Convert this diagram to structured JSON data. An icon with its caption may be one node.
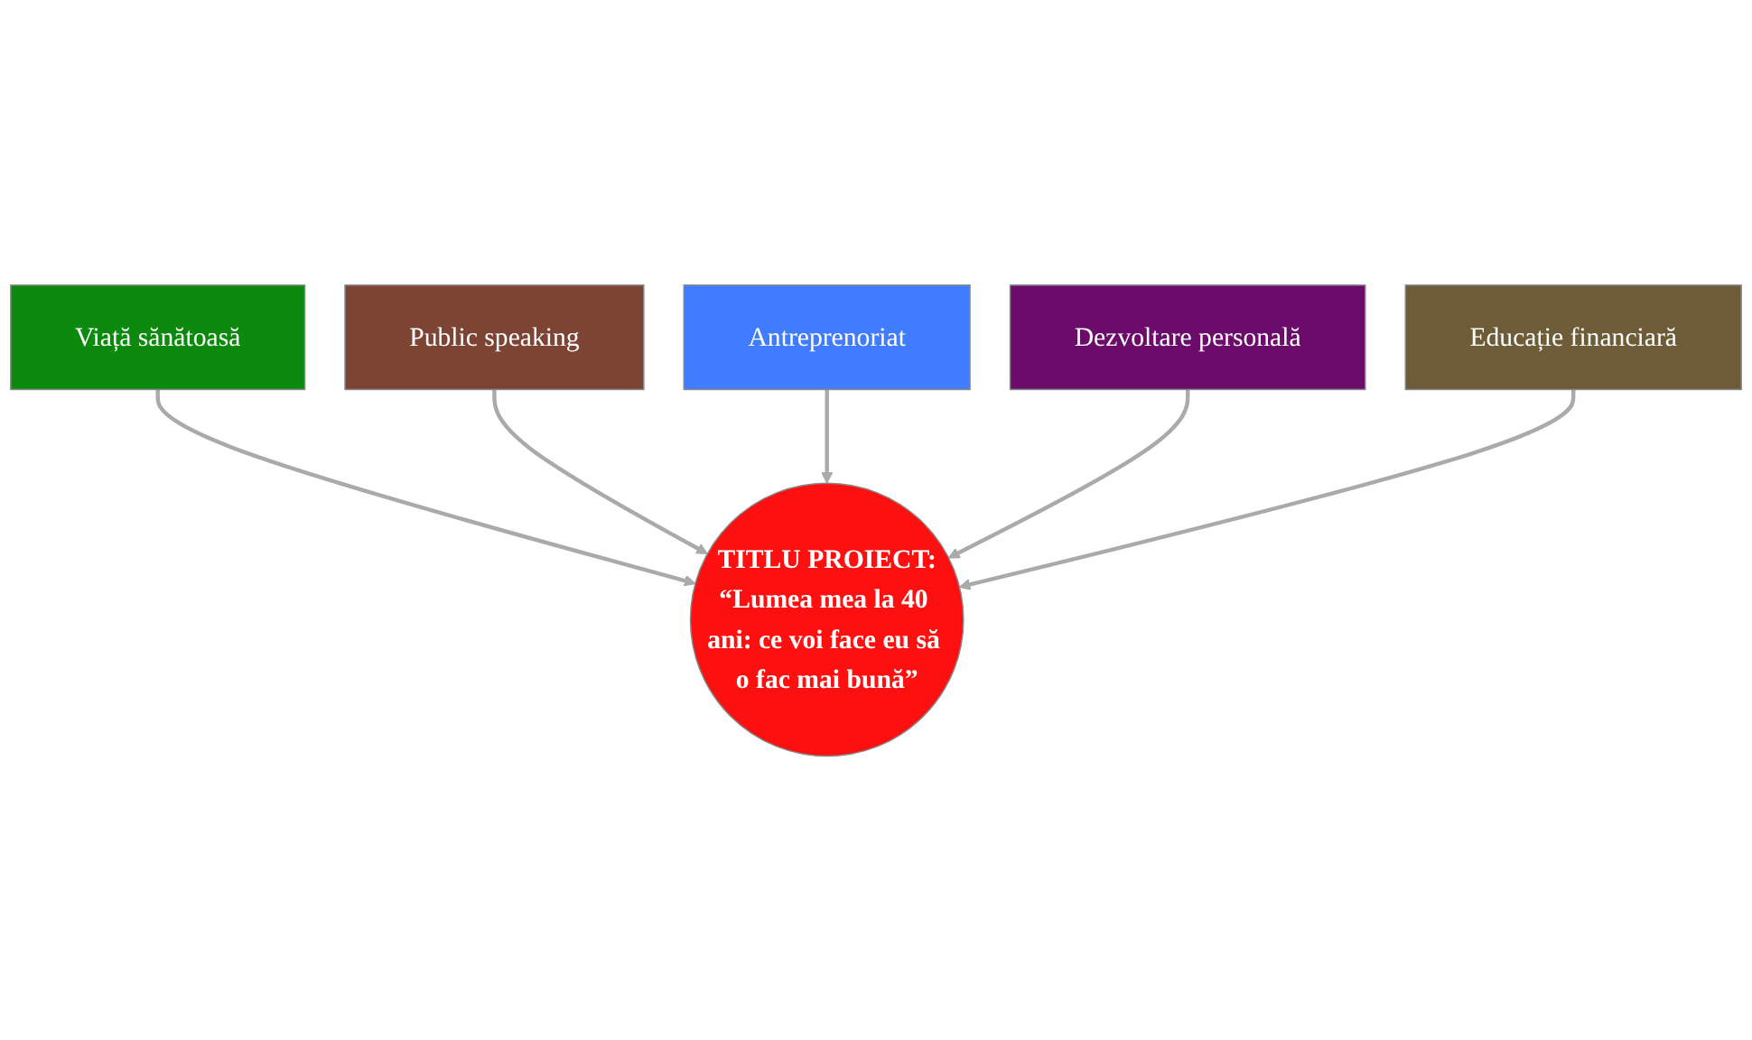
{
  "diagram": {
    "nodes": [
      {
        "text": [
          "Viață sănătoasă"
        ]
      },
      {
        "text": [
          "Public speaking"
        ]
      },
      {
        "text": [
          "Antreprenoriat"
        ]
      },
      {
        "text": [
          "Dezvoltare personală"
        ]
      },
      {
        "text": [
          "TITLU PROIECT:",
          "“Lumea mea la 40 ani: ce voi face eu să o fac mai bună”"
        ]
      },
      {
        "text": [
          "Educație financiară"
        ]
      }
    ],
    "edges": [
      {
        "from": 0,
        "to": 4,
        "arrow": "to"
      },
      {
        "from": 1,
        "to": 4,
        "arrow": "to"
      },
      {
        "from": 2,
        "to": 4,
        "arrow": "to"
      },
      {
        "from": 3,
        "to": 4,
        "arrow": "to"
      },
      {
        "from": 5,
        "to": 4,
        "arrow": "to"
      }
    ]
  }
}
